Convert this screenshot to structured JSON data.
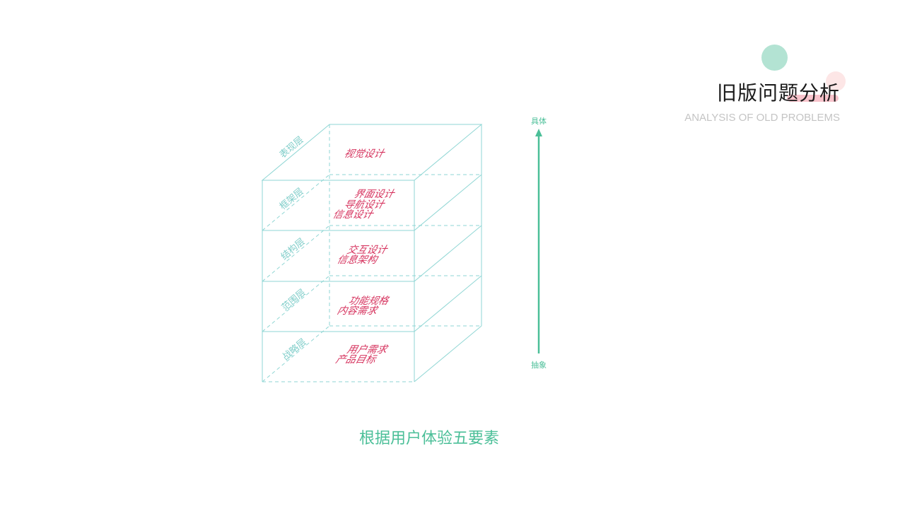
{
  "header": {
    "title": "旧版问题分析",
    "subtitle": "ANALYSIS OF OLD PROBLEMS"
  },
  "diagram": {
    "layers": [
      {
        "name": "表现层",
        "items": [
          "视觉设计"
        ]
      },
      {
        "name": "框架层",
        "items": [
          "界面设计",
          "导航设计",
          "信息设计"
        ]
      },
      {
        "name": "结构层",
        "items": [
          "交互设计",
          "信息架构"
        ]
      },
      {
        "name": "范围层",
        "items": [
          "功能规格",
          "内容需求"
        ]
      },
      {
        "name": "战略层",
        "items": [
          "用户需求",
          "产品目标"
        ]
      }
    ],
    "arrow": {
      "top_label": "具体",
      "bottom_label": "抽象"
    }
  },
  "caption": "根据用户体验五要素",
  "colors": {
    "accent_green": "#4bbf98",
    "cube_line": "#8fd6d4",
    "item_text": "#d6335e",
    "layer_label": "#7fcdc9"
  }
}
